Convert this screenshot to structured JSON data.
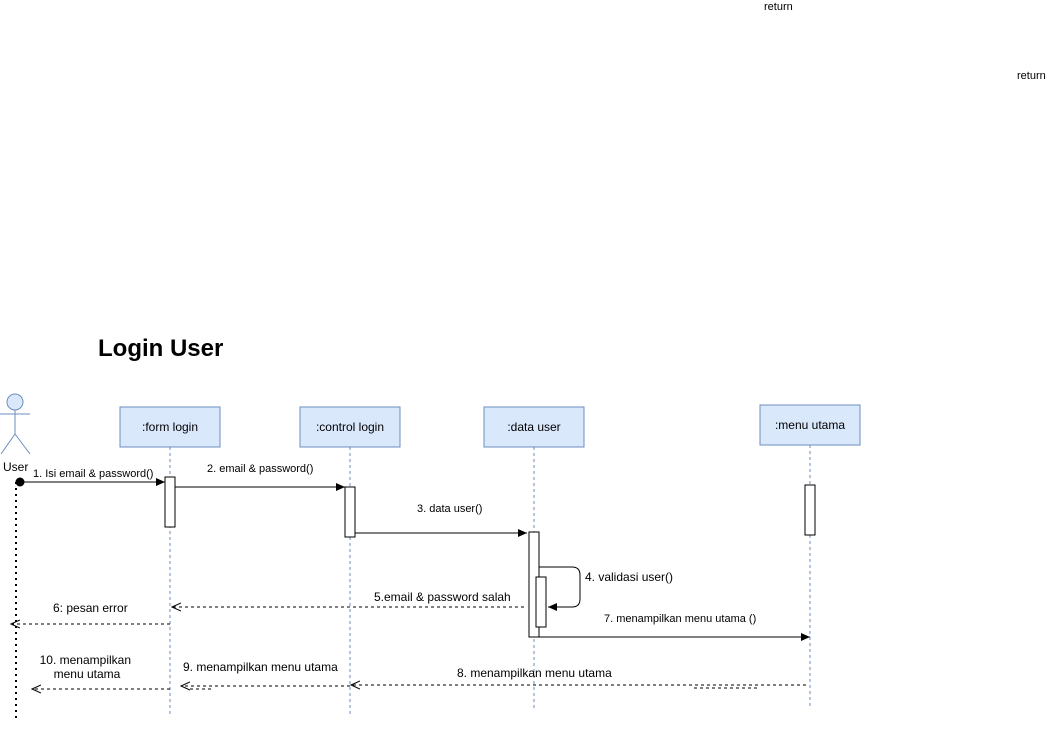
{
  "title": "Login User",
  "stray_labels": [
    "return",
    "return"
  ],
  "actor": {
    "label": "User"
  },
  "lifelines": [
    {
      "id": "form",
      "label": ":form login"
    },
    {
      "id": "control",
      "label": ":control login"
    },
    {
      "id": "data",
      "label": ":data user"
    },
    {
      "id": "menu",
      "label": ":menu utama"
    }
  ],
  "messages": [
    {
      "label": "1. Isi email & password()",
      "kind": "sync"
    },
    {
      "label": "2. email & password()",
      "kind": "sync"
    },
    {
      "label": "3. data user()",
      "kind": "sync"
    },
    {
      "label": "4. validasi user()",
      "kind": "self"
    },
    {
      "label": "5.email & password salah",
      "kind": "return"
    },
    {
      "label": "6: pesan error",
      "kind": "return"
    },
    {
      "label": "7. menampilkan menu utama ()",
      "kind": "sync"
    },
    {
      "label": "8. menampilkan menu utama",
      "kind": "return"
    },
    {
      "label": "9. menampilkan menu utama",
      "kind": "return"
    },
    {
      "label10": "",
      "label": "10. menampilkan menu utama",
      "lines": [
        "10. menampilkan",
        "menu utama"
      ],
      "kind": "return"
    }
  ]
}
